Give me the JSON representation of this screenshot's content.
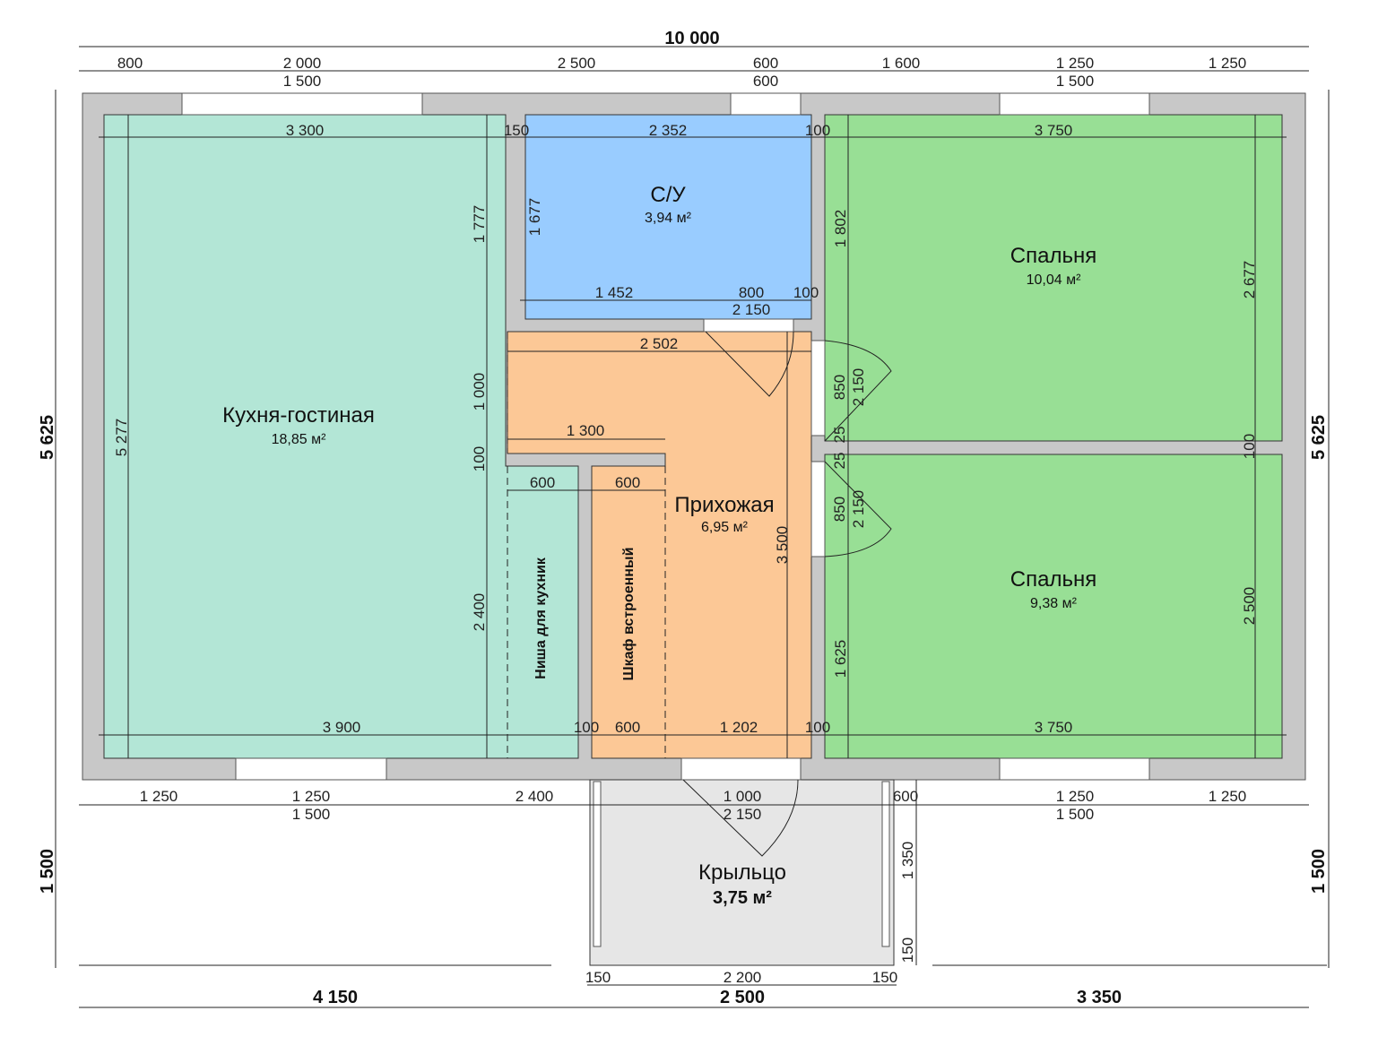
{
  "overall": {
    "width": "10 000",
    "height_main": "5 625",
    "height_porch": "1 500",
    "bottom": [
      "4 150",
      "2 500",
      "3 350"
    ]
  },
  "top_row1": [
    "800",
    "2 000",
    "2 500",
    "600",
    "1 600",
    "1 250",
    "1 250"
  ],
  "top_row2": [
    "1 500",
    "600",
    "1 500"
  ],
  "bottom_row1": [
    "1 250",
    "1 250",
    "2 400",
    "1 000",
    "600",
    "1 250",
    "1 250"
  ],
  "bottom_row2": [
    "1 500",
    "2 150",
    "1 500"
  ],
  "porch_dims": [
    "150",
    "2 200",
    "150",
    "1 350",
    "150"
  ],
  "interior": [
    "3 300",
    "150",
    "2 352",
    "100",
    "3 750",
    "1 677",
    "1 777",
    "1 802",
    "2 677",
    "1 452",
    "800",
    "100",
    "2 150",
    "2 502",
    "5 277",
    "1 000",
    "850",
    "2 150",
    "1 300",
    "25",
    "25",
    "100",
    "100",
    "600",
    "600",
    "850",
    "2 150",
    "3 500",
    "2 500",
    "2 400",
    "1 625",
    "3 900",
    "100",
    "600",
    "1 202",
    "100",
    "3 750"
  ],
  "rooms": {
    "kitchen": {
      "name": "Кухня-гостиная",
      "area": "18,85 м²"
    },
    "bathroom": {
      "name": "С/У",
      "area": "3,94 м²"
    },
    "bedroom1": {
      "name": "Спальня",
      "area": "10,04 м²"
    },
    "bedroom2": {
      "name": "Спальня",
      "area": "9,38 м²"
    },
    "hallway": {
      "name": "Прихожая",
      "area": "6,95 м²"
    },
    "porch": {
      "name": "Крыльцо",
      "area": "3,75 м²"
    },
    "niche": "Ниша для кухник",
    "wardrobe": "Шкаф встроенный"
  },
  "colors": {
    "kitchen": "#b3e6d6",
    "bathroom": "#99ccff",
    "bedroom": "#98df95",
    "hallway": "#fcc896",
    "porch": "#e6e6e6",
    "wall": "#c8c8c8"
  }
}
